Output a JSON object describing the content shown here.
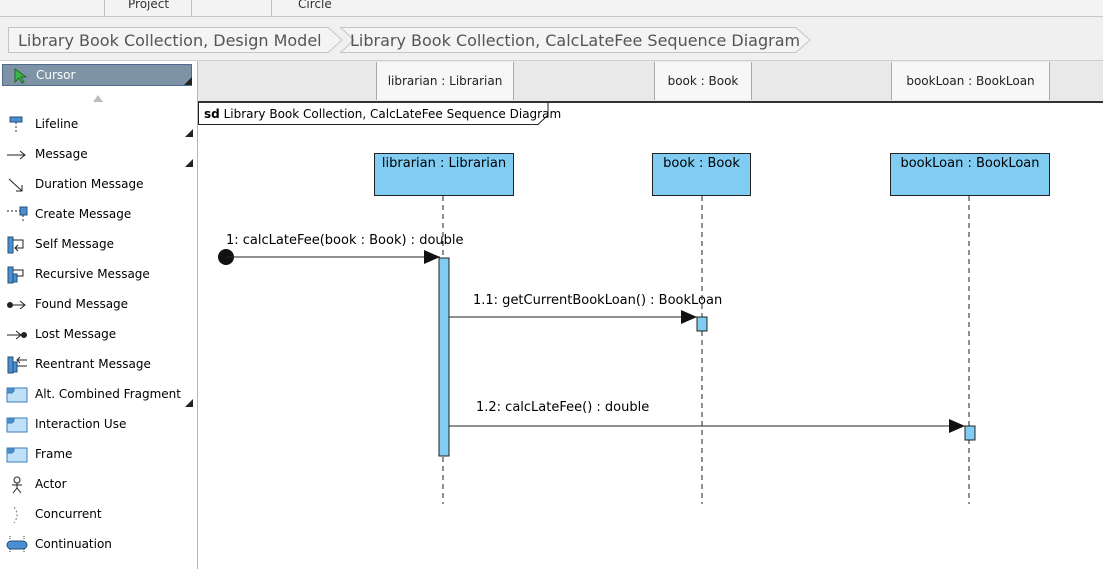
{
  "toolbar": {
    "items": [
      "Project",
      "Circle"
    ]
  },
  "breadcrumb": {
    "items": [
      "Library Book Collection, Design Model",
      "Library Book Collection, CalcLateFee Sequence Diagram"
    ]
  },
  "palette": {
    "cursor_label": "Cursor",
    "items": [
      {
        "label": "Lifeline",
        "icon": "lifeline-icon",
        "has_more": true
      },
      {
        "label": "Message",
        "icon": "message-icon",
        "has_more": true
      },
      {
        "label": "Duration Message",
        "icon": "duration-message-icon",
        "has_more": false
      },
      {
        "label": "Create Message",
        "icon": "create-message-icon",
        "has_more": false
      },
      {
        "label": "Self Message",
        "icon": "self-message-icon",
        "has_more": false
      },
      {
        "label": "Recursive Message",
        "icon": "recursive-message-icon",
        "has_more": false
      },
      {
        "label": "Found Message",
        "icon": "found-message-icon",
        "has_more": false
      },
      {
        "label": "Lost Message",
        "icon": "lost-message-icon",
        "has_more": false
      },
      {
        "label": "Reentrant Message",
        "icon": "reentrant-message-icon",
        "has_more": false
      },
      {
        "label": "Alt. Combined Fragment",
        "icon": "combined-fragment-icon",
        "has_more": true
      },
      {
        "label": "Interaction Use",
        "icon": "interaction-use-icon",
        "has_more": false
      },
      {
        "label": "Frame",
        "icon": "frame-icon",
        "has_more": false
      },
      {
        "label": "Actor",
        "icon": "actor-icon",
        "has_more": false
      },
      {
        "label": "Concurrent",
        "icon": "concurrent-icon",
        "has_more": false
      },
      {
        "label": "Continuation",
        "icon": "continuation-icon",
        "has_more": false
      }
    ]
  },
  "diagram": {
    "header_labels": [
      "librarian : Librarian",
      "book : Book",
      "bookLoan : BookLoan"
    ],
    "frame_keyword": "sd",
    "frame_title": "Library Book Collection, CalcLateFee Sequence Diagram",
    "lifelines": [
      "librarian : Librarian",
      "book : Book",
      "bookLoan : BookLoan"
    ],
    "messages": [
      "1: calcLateFee(book : Book) : double",
      "1.1: getCurrentBookLoan() : BookLoan",
      "1.2: calcLateFee() : double"
    ],
    "colors": {
      "lifeline_fill": "#80ccf2",
      "activation_fill": "#80ccf2",
      "cursor_selected": "#7f93a6"
    }
  }
}
